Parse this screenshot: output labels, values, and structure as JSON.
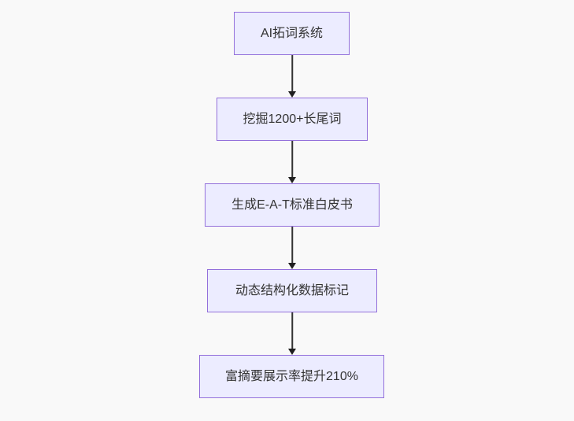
{
  "diagram": {
    "type": "flowchart",
    "direction": "top-down",
    "nodes": [
      {
        "id": "n1",
        "label": "AI拓词系统"
      },
      {
        "id": "n2",
        "label": "挖掘1200+长尾词"
      },
      {
        "id": "n3",
        "label": "生成E-A-T标准白皮书"
      },
      {
        "id": "n4",
        "label": "动态结构化数据标记"
      },
      {
        "id": "n5",
        "label": "富摘要展示率提升210%"
      }
    ],
    "edges": [
      {
        "from": "n1",
        "to": "n2"
      },
      {
        "from": "n2",
        "to": "n3"
      },
      {
        "from": "n3",
        "to": "n4"
      },
      {
        "from": "n4",
        "to": "n5"
      }
    ],
    "colors": {
      "background": "#f9f9f9",
      "node_fill": "#ECECFF",
      "node_border": "#9370DB",
      "text": "#333333",
      "arrow": "#333333",
      "arrowhead": "#1f1f1f"
    }
  }
}
